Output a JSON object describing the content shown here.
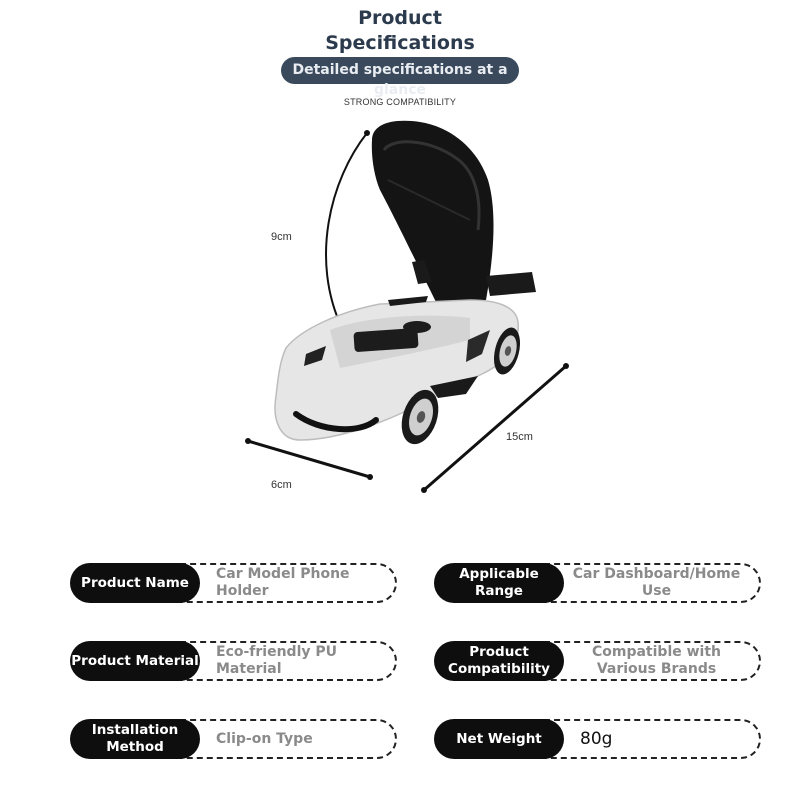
{
  "header": {
    "title_line1": "Product",
    "title_line2": "Specifications",
    "subtitle": "Detailed specifications at a glance",
    "tagline": "STRONG COMPATIBILITY"
  },
  "dimensions": {
    "height": "9cm",
    "width": "6cm",
    "length": "15cm"
  },
  "specs": [
    {
      "label": "Product Name",
      "value": "Car Model Phone Holder"
    },
    {
      "label": "Applicable Range",
      "value": "Car Dashboard/Home Use"
    },
    {
      "label": "Product Material",
      "value": "Eco-friendly PU Material"
    },
    {
      "label": "Product Compatibility",
      "value": "Compatible with Various Brands"
    },
    {
      "label": "Installation Method",
      "value": "Clip-on Type"
    },
    {
      "label": "Net Weight",
      "value": "80g"
    }
  ]
}
